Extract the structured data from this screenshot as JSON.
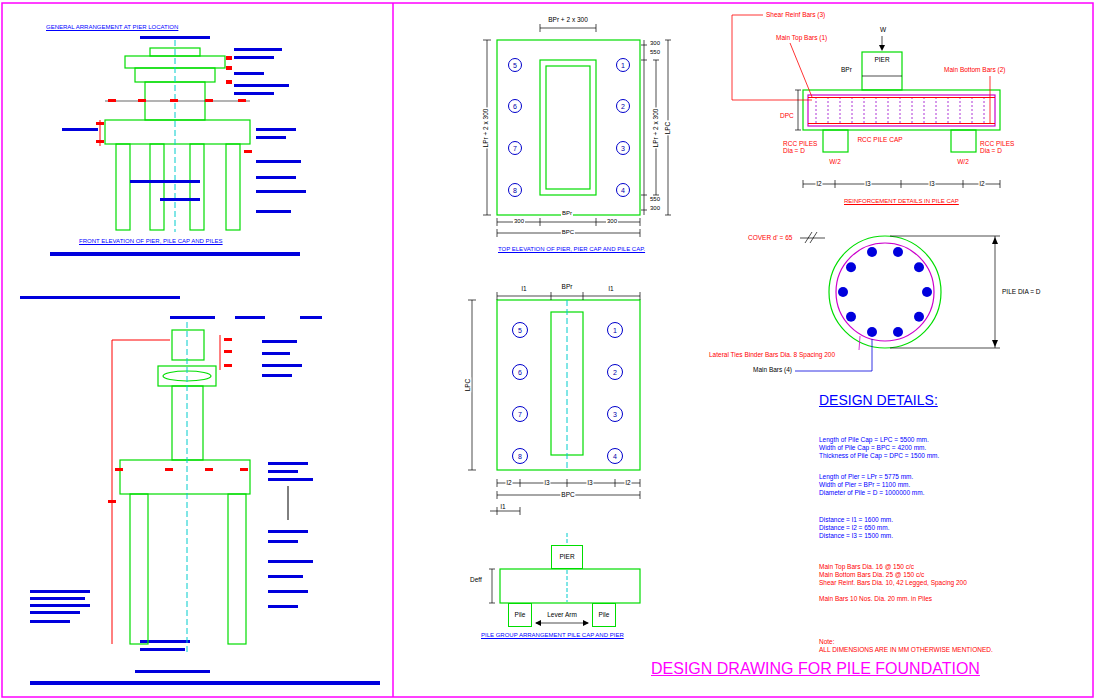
{
  "diagram": {
    "title": "DESIGN DRAWING FOR PILE FOUNDATION",
    "nodes": [
      {
        "text": [
          "5"
        ]
      },
      {
        "text": [
          "1"
        ]
      },
      {
        "text": [
          "6"
        ]
      },
      {
        "text": [
          "2"
        ]
      },
      {
        "text": [
          "7"
        ]
      },
      {
        "text": [
          "3"
        ]
      },
      {
        "text": [
          "8"
        ]
      },
      {
        "text": [
          "4"
        ]
      },
      {
        "text": [
          "5"
        ]
      },
      {
        "text": [
          "1"
        ]
      },
      {
        "text": [
          "6"
        ]
      },
      {
        "text": [
          "2"
        ]
      },
      {
        "text": [
          "7"
        ]
      },
      {
        "text": [
          "3"
        ]
      },
      {
        "text": [
          "8"
        ]
      },
      {
        "text": [
          "4"
        ]
      },
      {
        "text": [
          "PIER"
        ]
      },
      {
        "text": [
          "Pile"
        ]
      },
      {
        "text": [
          "Pile"
        ]
      }
    ],
    "labels": [
      "GENERAL ARRANGEMENT AT PIER LOCATION",
      "FRONT ELEVATION OF PIER, PILE CAP AND PILES",
      "BPr + 2 x 300",
      "300",
      "550",
      "LPr + 2 x 300",
      "LPr + 2 x 300",
      "LPC",
      "550",
      "300",
      "300",
      "BPr",
      "300",
      "BPC",
      "TOP ELEVATION OF PIER, PIER CAP AND PILE CAP.",
      "Shear Reinf Bars (3)",
      "Main Top Bars (1)",
      "W",
      "BPr",
      "PIER",
      "Main Bottom Bars (2)",
      "DPC",
      "RCC PILE CAP",
      "RCC PILES Dia = D",
      "RCC PILES Dia = D",
      "W/2",
      "W/2",
      "l2",
      "l3",
      "l3",
      "l2",
      "REINFORCEMENT DETAILS IN PILE CAP",
      "COVER d' = 65",
      "PILE DIA = D",
      "Lateral Ties Binder Bars Dia. 8 Spacing 200",
      "Main Bars (4)",
      "l1",
      "BPr",
      "l1",
      "LPC",
      "l2",
      "l3",
      "l3",
      "l2",
      "BPC",
      "l1",
      "Deff",
      "Lever Arm",
      "PILE GROUP ARRANGEMENT PILE CAP AND PIER",
      "DESIGN DETAILS:",
      "Length of Pile Cap = LPC = 5500 mm.",
      "Width of Pile Cap = BPC = 4200 mm.",
      "Thickness of Pile Cap = DPC = 1500 mm.",
      "Length of Pier = LPr = 5775 mm.",
      "Width of Pier = BPr = 1100 mm.",
      "Diameter of Pile = D = 1000000 mm.",
      "Distance = l1 = 1600 mm.",
      "Distance = l2 = 650 mm.",
      "Distance = l3 = 1500 mm.",
      "Main Top Bars Dia. 16 @ 150 c/c",
      "Main Bottom Bars Dia. 25 @ 150 c/c",
      "Shear Reinf. Bars Dia. 10, 42 Legged, Spacing 200",
      "Main Bars 10 Nos. Dia. 20 mm. in Piles",
      "Note:",
      "ALL DIMENSIONS ARE IN MM OTHERWISE MENTIONED."
    ]
  }
}
